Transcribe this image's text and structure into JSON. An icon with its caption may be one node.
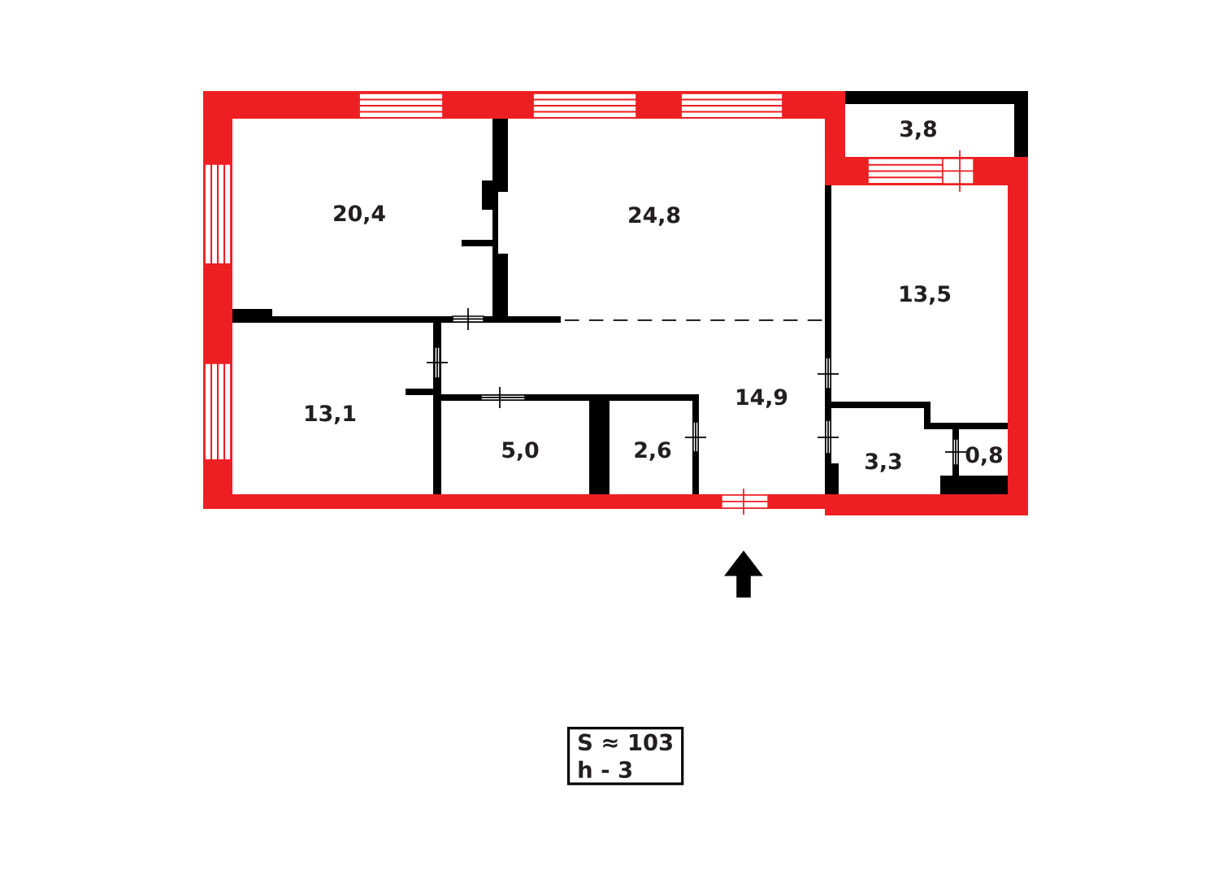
{
  "diagram": {
    "nodes": [
      {
        "text": [
          "S ≈ 103",
          "h - 3"
        ]
      }
    ],
    "labels": [
      "3,8",
      "20,4",
      "24,8",
      "13,5",
      "14,9",
      "13,1",
      "5,0",
      "2,6",
      "3,3",
      "0,8"
    ]
  }
}
